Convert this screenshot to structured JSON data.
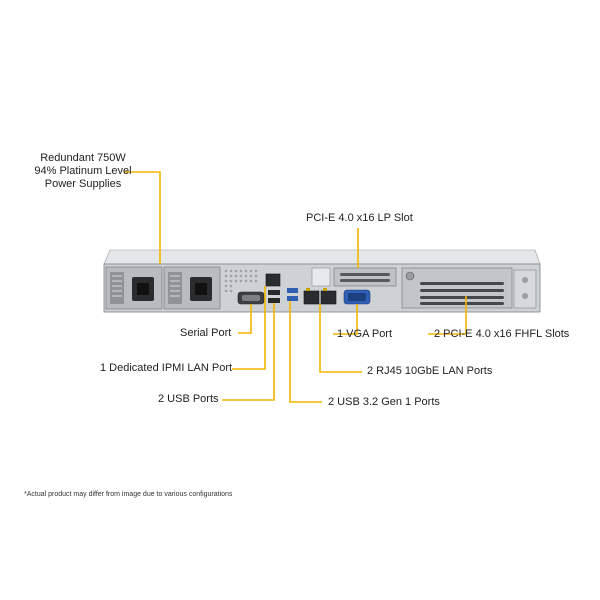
{
  "callouts": {
    "power_supplies": [
      "Redundant 750W",
      "94% Platinum Level",
      "Power Supplies"
    ],
    "pcie_lp_slot": "PCI-E 4.0 x16 LP Slot",
    "serial_port": "Serial Port",
    "vga_port": "1 VGA Port",
    "pcie_fhfl_slots": "2 PCI-E 4.0 x16 FHFL Slots",
    "ipmi_lan_port": "1 Dedicated IPMI LAN Port",
    "rj45_lan_ports": "2 RJ45 10GbE LAN Ports",
    "usb_ports": "2 USB Ports",
    "usb32_ports": "2 USB 3.2 Gen 1 Ports"
  },
  "footnote": "*Actual product may differ from image due to various configurations",
  "colors": {
    "leader_line": "#F2B600",
    "chassis": "#cfd2d4",
    "chassis_dark": "#5b5f63",
    "port_blue": "#2f5fb3"
  }
}
